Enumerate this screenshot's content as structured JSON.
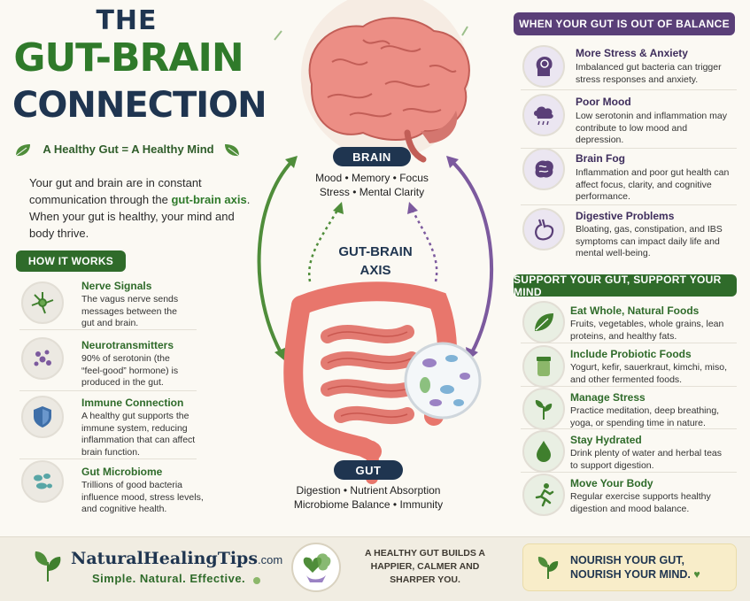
{
  "title": {
    "the": "THE",
    "gut_brain": "GUT-BRAIN",
    "connection": "CONNECTION"
  },
  "tagline": "A Healthy Gut = A Healthy Mind",
  "intro": {
    "part1": "Your gut and brain are in constant communication through the ",
    "highlight": "gut-brain axis",
    "part2": ". When your gut is healthy, your mind and body thrive."
  },
  "how_it_works": {
    "heading": "HOW IT WORKS",
    "items": [
      {
        "title": "Nerve Signals",
        "desc": "The vagus nerve sends messages between the gut and brain.",
        "icon": "nerve-icon"
      },
      {
        "title": "Neurotransmitters",
        "desc": "90% of serotonin (the “feel-good” hormone) is produced in the gut.",
        "icon": "molecules-icon"
      },
      {
        "title": "Immune Connection",
        "desc": "A healthy gut supports the immune system, reducing inflammation that can affect brain function.",
        "icon": "shield-icon"
      },
      {
        "title": "Gut Microbiome",
        "desc": "Trillions of good bacteria influence mood, stress levels, and cognitive health.",
        "icon": "bacteria-icon"
      }
    ]
  },
  "center": {
    "brain_label": "BRAIN",
    "brain_line1": "Mood • Memory • Focus",
    "brain_line2": "Stress • Mental Clarity",
    "axis_line1": "GUT-BRAIN",
    "axis_line2": "AXIS",
    "gut_label": "GUT",
    "gut_line1": "Digestion • Nutrient Absorption",
    "gut_line2": "Microbiome Balance • Immunity"
  },
  "out_of_balance": {
    "heading": "WHEN YOUR GUT IS OUT OF BALANCE",
    "items": [
      {
        "title": "More Stress & Anxiety",
        "desc": "Imbalanced gut bacteria can trigger stress responses and anxiety.",
        "icon": "anxious-head-icon"
      },
      {
        "title": "Poor Mood",
        "desc": "Low serotonin and inflammation may contribute to low mood and depression.",
        "icon": "rain-cloud-icon"
      },
      {
        "title": "Brain Fog",
        "desc": "Inflammation and poor gut health can affect focus, clarity, and cognitive performance.",
        "icon": "brain-icon"
      },
      {
        "title": "Digestive Problems",
        "desc": "Bloating, gas, constipation, and IBS symptoms can impact daily life and mental well-being.",
        "icon": "stomach-icon"
      }
    ]
  },
  "support": {
    "heading": "SUPPORT YOUR GUT, SUPPORT YOUR MIND",
    "items": [
      {
        "title": "Eat Whole, Natural Foods",
        "desc": "Fruits, vegetables, whole grains, lean proteins, and healthy fats.",
        "icon": "leaf-icon"
      },
      {
        "title": "Include Probiotic Foods",
        "desc": "Yogurt, kefir, sauerkraut, kimchi, miso, and other fermented foods.",
        "icon": "jar-icon"
      },
      {
        "title": "Manage Stress",
        "desc": "Practice meditation, deep breathing, yoga, or spending time in nature.",
        "icon": "plant-icon"
      },
      {
        "title": "Stay Hydrated",
        "desc": "Drink plenty of water and herbal teas to support digestion.",
        "icon": "water-drop-icon"
      },
      {
        "title": "Move Your Body",
        "desc": "Regular exercise supports healthy digestion and mood balance.",
        "icon": "running-person-icon"
      }
    ]
  },
  "footer": {
    "brand": "NaturalHealingTips",
    "brand_suffix": ".com",
    "slogan": "Simple. Natural. Effective.",
    "message": "A HEALTHY GUT BUILDS A HAPPIER, CALMER AND SHARPER YOU.",
    "nourish_line1": "NOURISH YOUR GUT,",
    "nourish_line2": "NOURISH YOUR MIND."
  },
  "colors": {
    "navy": "#1f3550",
    "green": "#2f7a2a",
    "purple": "#5a3f78",
    "gut_pink": "#e8766c"
  }
}
